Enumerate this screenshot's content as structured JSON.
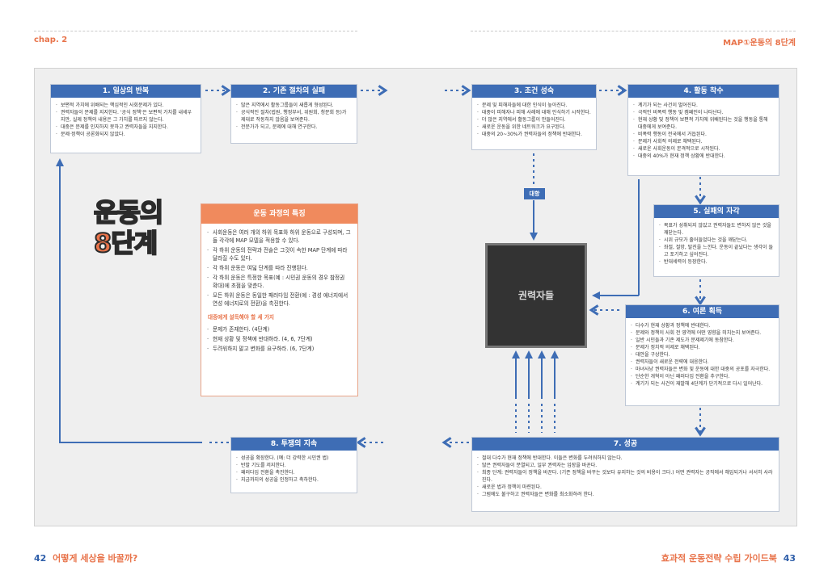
{
  "header": {
    "left": "chap. 2",
    "right": "MAP①운동의 8단계"
  },
  "footer": {
    "left_page": "42",
    "left_title": "어떻게 세상을 바꿀까?",
    "right_title": "효과적 운동전략 수립 가이드북",
    "right_page": "43"
  },
  "main_title": {
    "line1": "운동의",
    "line2": "8단계"
  },
  "features": {
    "title": "운동 과정의 특징",
    "items": [
      "사회운동은 여러 개의 하위 목표와 하위 운동으로 구성되며, 그들 각각에 MAP 모델을 적용할 수 있다.",
      "각 하위 운동의 전략과 전술은 그것이 속한 MAP 단계에 따라 달라질 수도 있다.",
      "각 하위 운동은 여덟 단계를 따라 진행된다.",
      "각 하위 운동은 특정한 목표(예 : 시민권 운동의 경우 참정권 확대)에 초점을 맞춘다.",
      "모든 하위 운동은 동일한 패러다임 전환(예 : 경성 에너지에서 연성 에너지로의 전환)을 촉진한다."
    ],
    "subtitle": "대중에게 설득해야 할 세 가지",
    "sub_items": [
      "문제가 존재한다. (4단계)",
      "현재 상황 및 정책에 반대하라. (4, 6, 7단계)",
      "두려워하지 말고 변화를 요구하라. (6, 7단계)"
    ]
  },
  "stages": {
    "s1": {
      "title": "1. 일상의 반복",
      "items": [
        "보편적 가치에 위배되는 핵심적인 사회문제가 있다.",
        "권력자들이 문제를 지지한다. '공식 정책'은 보편적 가치를 내세우지만, 실제 정책의 내용은 그 가치를 따르지 않는다.",
        "대중은 문제를 인지하지 못하고 권력자들을 지지한다.",
        "문제·정책이 공론화되지 않았다."
      ]
    },
    "s2": {
      "title": "2. 기존 절차의 실패",
      "items": [
        "많은 지역에서 활동그룹들이 새롭게 형성된다.",
        "공식적인 절차(법원, 행정부서, 위원회, 청문회 등)가 제대로 작동하지 않음을 보여준다.",
        "전문가가 되고, 문제에 대해 연구한다."
      ]
    },
    "s3": {
      "title": "3. 조건 성숙",
      "items": [
        "문제 및 피해자들에 대한 인식이 높아진다.",
        "대중이 피해자나 피해 사례에 대해 인식하기 시작한다.",
        "더 많은 지역에서 활동그룹이 만들어진다.",
        "새로운 운동을 위한 네트워크가 요구된다.",
        "대중의 20~30%가 권력자들의 정책에 반대한다."
      ]
    },
    "s4": {
      "title": "4. 활동 착수",
      "items": [
        "계기가 되는 사건이 벌어진다.",
        "극적인 비폭력 행동 및 캠페인이 나타난다.",
        "현재 상황 및 정책이 보편적 가치에 위배된다는 것을 행동을 통해 대중에게 보여준다.",
        "비폭력 행동이 전국에서 거듭된다.",
        "문제가 사회적 의제로 채택된다.",
        "새로운 사회운동이 본격적으로 시작된다.",
        "대중의 40%가 현재 정책 상황에 반대한다."
      ]
    },
    "s5": {
      "title": "5. 실패의 자각",
      "items": [
        "목표가 성취되지 않았고 권력자들도 변하지 않은 것을 깨닫는다.",
        "시위 규모가 줄어들었다는 것을 깨닫는다.",
        "좌절, 절망, 탈진을 느낀다. 운동이 끝났다는 생각이 들고 포기하고 싶어진다.",
        "반대세력이 등장한다."
      ]
    },
    "s6": {
      "title": "6. 여론 획득",
      "items": [
        "다수가 현재 상황과 정책에 반대한다.",
        "문제와 정책이 사회 전 영역에 어떤 영향을 미치는지 보여준다.",
        "일반 시민들과 기존 제도가 문제제기에 동참한다.",
        "문제가 정치적 의제로 채택된다.",
        "대안을 구상한다.",
        "권력자들이 새로운 전략에 대응한다.",
        "마녀사냥 권력자들은 변화 및 운동에 대한 대중의 공포를 자극한다.",
        "단순한 개혁이 아닌 패러다임 전환을 추구한다.",
        "계기가 되는 사건이 재발해 4단계가 단기적으로 다시 일어난다."
      ]
    },
    "s7": {
      "title": "7. 성공",
      "items": [
        "절대 다수가 현재 정책에 반대한다. 이들은 변화를 두려워하지 않는다.",
        "많은 권력자들이 분열되고, 일부 권력자는 입장을 바꾼다.",
        "최종 단계: 권력자들이 정책을 바꾼다. (기존 정책을 바꾸는 것보다 유지하는 것의 비용이 크다.) 어떤 권력자는 공직에서 해임되거나 서서히 사라진다.",
        "새로운 법과 정책이 마련된다.",
        "그럼에도 불구하고 권력자들은 변화를 최소화하려 한다."
      ]
    },
    "s8": {
      "title": "8. 투쟁의 지속",
      "items": [
        "성공을 확장한다. (예: 더 강력한 시민권 법)",
        "반발 기도를 저지한다.",
        "패러다임 전환을 촉진한다.",
        "지금까지의 성공을 인정하고 축하한다."
      ]
    }
  },
  "center": {
    "power_holders": "권력자들",
    "confront_label": "대항"
  },
  "colors": {
    "accent": "#e8734a",
    "stage_blue": "#3e6db5",
    "panel_bg": "#efefef",
    "power_box": "#333333"
  }
}
